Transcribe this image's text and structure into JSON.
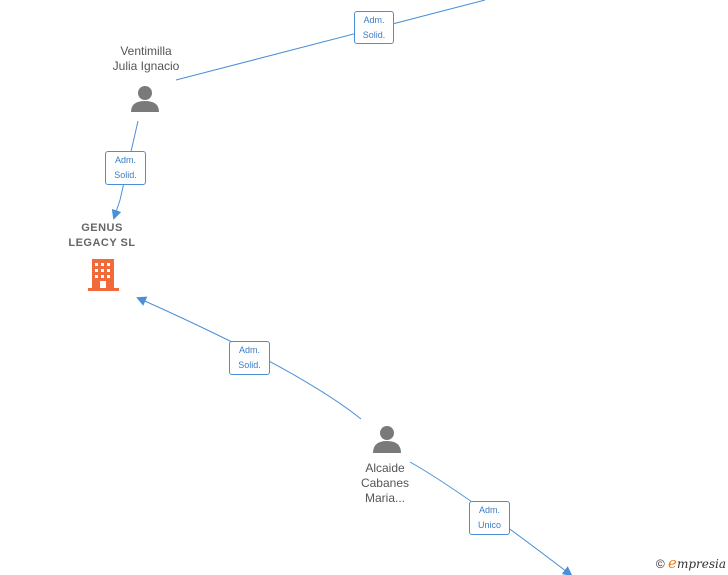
{
  "nodes": {
    "person_1": {
      "line1": "Ventimilla",
      "line2": "Julia Ignacio"
    },
    "company": {
      "line1": "GENUS",
      "line2": "LEGACY  SL"
    },
    "person_2": {
      "line1": "Alcaide",
      "line2": "Cabanes",
      "line3": "Maria..."
    }
  },
  "edges": {
    "top": {
      "line1": "Adm.",
      "line2": "Solid."
    },
    "person1_company": {
      "line1": "Adm.",
      "line2": "Solid."
    },
    "person2_company": {
      "line1": "Adm.",
      "line2": "Solid."
    },
    "person2_out": {
      "line1": "Adm.",
      "line2": "Unico"
    }
  },
  "colors": {
    "edge": "#4a90d9",
    "person_icon": "#7a7a7a",
    "company_icon": "#f26a3a",
    "brand": "#e8801a"
  },
  "watermark": {
    "symbol": "©",
    "brand_initial": "e",
    "brand_rest": "mpresia"
  }
}
